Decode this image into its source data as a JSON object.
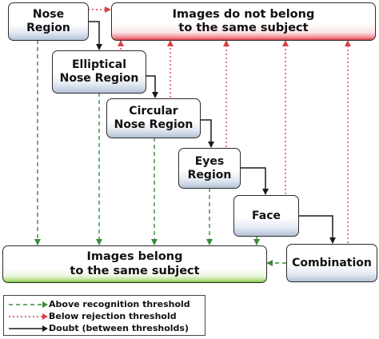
{
  "boxes": {
    "nose": "Nose\nRegion",
    "elliptical": "Elliptical\nNose Region",
    "circular": "Circular\nNose Region",
    "eyes": "Eyes\nRegion",
    "face": "Face",
    "combination": "Combination",
    "not_belong": "Images do not belong\nto the same subject",
    "belong": "Images belong\nto the same subject"
  },
  "legend": {
    "above": "Above recognition threshold",
    "below": "Below rejection threshold",
    "doubt": "Doubt (between thresholds)"
  },
  "colors": {
    "green_dashed": "#3a8a3a",
    "red_dotted": "#d9404a",
    "black_solid": "#1a1a1a"
  }
}
